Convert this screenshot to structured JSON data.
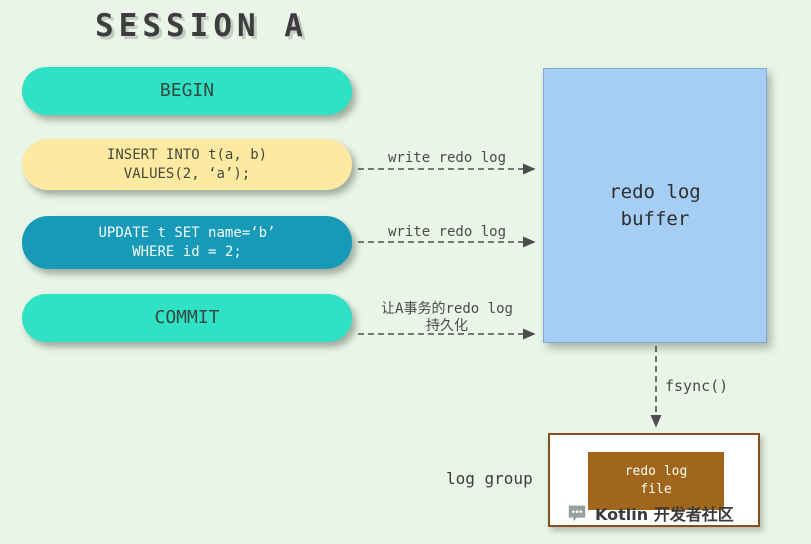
{
  "title": "SESSION A",
  "session": {
    "steps": {
      "begin": {
        "label": "BEGIN"
      },
      "insert": {
        "line1": "INSERT INTO t(a, b)",
        "line2": "VALUES(2, ‘a’);"
      },
      "update": {
        "line1": "UPDATE t SET name=‘b’",
        "line2": "WHERE id = 2;"
      },
      "commit": {
        "label": "COMMIT"
      }
    }
  },
  "arrows": {
    "write1": "write redo log",
    "write2": "write redo log",
    "commit1": "让A事务的redo log",
    "commit2": "持久化",
    "fsync": "fsync()"
  },
  "buffer": {
    "line1": "redo log",
    "line2": "buffer"
  },
  "loggroup": {
    "label": "log group",
    "file1": "redo log",
    "file2": "file"
  },
  "watermark": {
    "text": "Kotlin 开发者社区"
  },
  "colors": {
    "background": "#e9f6e7",
    "begin_commit": "#2fe1c5",
    "insert": "#fde9a2",
    "update": "#1799b8",
    "buffer": "#a6cdf4",
    "log_group_border": "#8a4f21",
    "log_file": "#a0671c"
  }
}
